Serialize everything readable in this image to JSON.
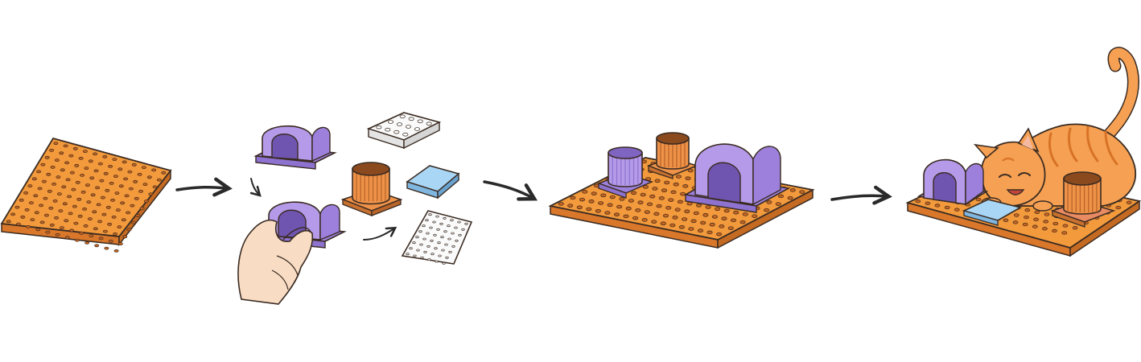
{
  "colors": {
    "background": "#ffffff",
    "board": "#f29a3c",
    "board_side": "#d9772a",
    "board_hole": "#c7641f",
    "outline": "#3a2b22",
    "purple": "#b49ae8",
    "purple_dark": "#8e72cf",
    "purple_inner": "#6f55b0",
    "orange_post": "#ee9248",
    "orange_post_dark": "#b9652a",
    "blue_tile": "#a9d6f5",
    "blue_tile_dark": "#7fb7e0",
    "white_tile": "#fafafa",
    "cat": "#f5a053",
    "cat_stripe": "#d87326",
    "skin": "#f8dcc4",
    "arrow": "#2a2a2a"
  },
  "panels": [
    {
      "name": "pegboard",
      "step": 1
    },
    {
      "name": "components",
      "step": 2
    },
    {
      "name": "assembled-board",
      "step": 3
    },
    {
      "name": "cat-playing",
      "step": 4
    }
  ],
  "components": [
    "tunnel",
    "pegged-white-tile",
    "orange-post",
    "blue-tile",
    "perforated-mat"
  ],
  "icons": [
    "arrow-right-icon",
    "hand-icon",
    "cat-icon"
  ]
}
